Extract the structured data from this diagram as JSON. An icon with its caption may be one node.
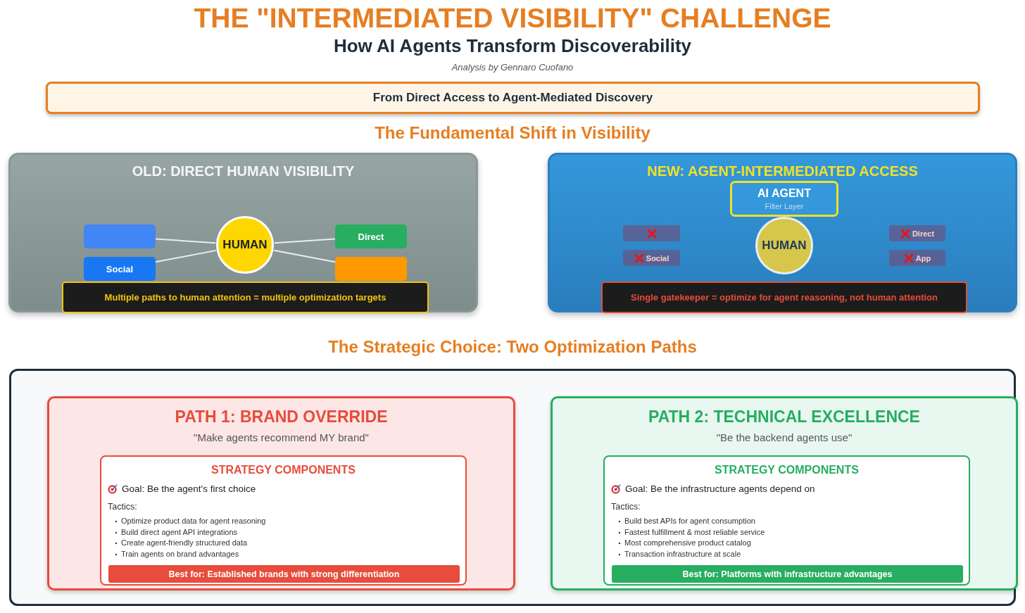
{
  "diagram": {
    "title": "THE \"INTERMEDIATED VISIBILITY\" CHALLENGE",
    "nodes": [
      {
        "text": [
          "From Direct Access to Agent-Mediated Discovery"
        ]
      },
      {
        "text": [
          "OLD: DIRECT HUMAN VISIBILITY"
        ]
      },
      {
        "text": [],
        "shape": "box",
        "in": 1
      },
      {
        "text": [
          "Social"
        ],
        "in": 1
      },
      {
        "text": [
          "HUMAN"
        ],
        "in": 1
      },
      {
        "text": [
          "Direct"
        ],
        "in": 1
      },
      {
        "text": [],
        "shape": "box",
        "in": 1
      },
      {
        "text": [
          "Multiple paths to human attention = multiple optimization targets"
        ],
        "in": 1
      },
      {
        "text": [
          "NEW: AGENT-INTERMEDIATED ACCESS"
        ]
      },
      {
        "text": [
          "AI AGENT",
          "Filter Layer"
        ],
        "in": 8
      },
      {
        "text": [],
        "shape": "box",
        "in": 8
      },
      {
        "text": [
          "Social"
        ],
        "in": 8
      },
      {
        "text": [
          "HUMAN"
        ],
        "in": 8
      },
      {
        "text": [
          "Direct"
        ],
        "in": 8
      },
      {
        "text": [
          "App"
        ],
        "in": 8
      },
      {
        "text": [
          "Single gatekeeper = optimize for agent reasoning, not human attention"
        ],
        "in": 8
      },
      {
        "text": [
          "The Strategic Choice: Two Optimization Paths"
        ]
      },
      {
        "text": [
          "PATH 1: BRAND OVERRIDE",
          "\"Make agents recommend MY brand\""
        ],
        "in": 16
      },
      {
        "text": [
          "STRATEGY COMPONENTS",
          "Goal: Be the agent's first choice",
          "Tactics:",
          "Optimize product data for agent reasoning",
          "Build direct agent API integrations",
          "Create agent-friendly structured data",
          "Train agents on brand advantages"
        ],
        "in": 17
      },
      {
        "text": [
          "Best for: Established brands with strong differentiation"
        ],
        "in": 18
      },
      {
        "text": [
          "PATH 2: TECHNICAL EXCELLENCE",
          "\"Be the backend agents use\""
        ],
        "in": 16
      },
      {
        "text": [
          "STRATEGY COMPONENTS",
          "Goal: Be the infrastructure agents depend on",
          "Tactics:",
          "Build best APIs for agent consumption",
          "Fastest fulfillment & most reliable service",
          "Most comprehensive product catalog",
          "Transaction infrastructure at scale"
        ],
        "in": 20
      },
      {
        "text": [
          "Best for: Platforms with infrastructure advantages"
        ],
        "in": 21
      }
    ],
    "edges": [
      {
        "from": 2,
        "to": 4,
        "arrow": "none"
      },
      {
        "from": 3,
        "to": 4,
        "arrow": "none"
      },
      {
        "from": 5,
        "to": 4,
        "arrow": "none"
      },
      {
        "from": 6,
        "to": 4,
        "arrow": "none"
      }
    ],
    "labels": [
      "How AI Agents Transform Discoverability",
      "Analysis by Gennaro Cuofano",
      "The Fundamental Shift in Visibility"
    ]
  }
}
